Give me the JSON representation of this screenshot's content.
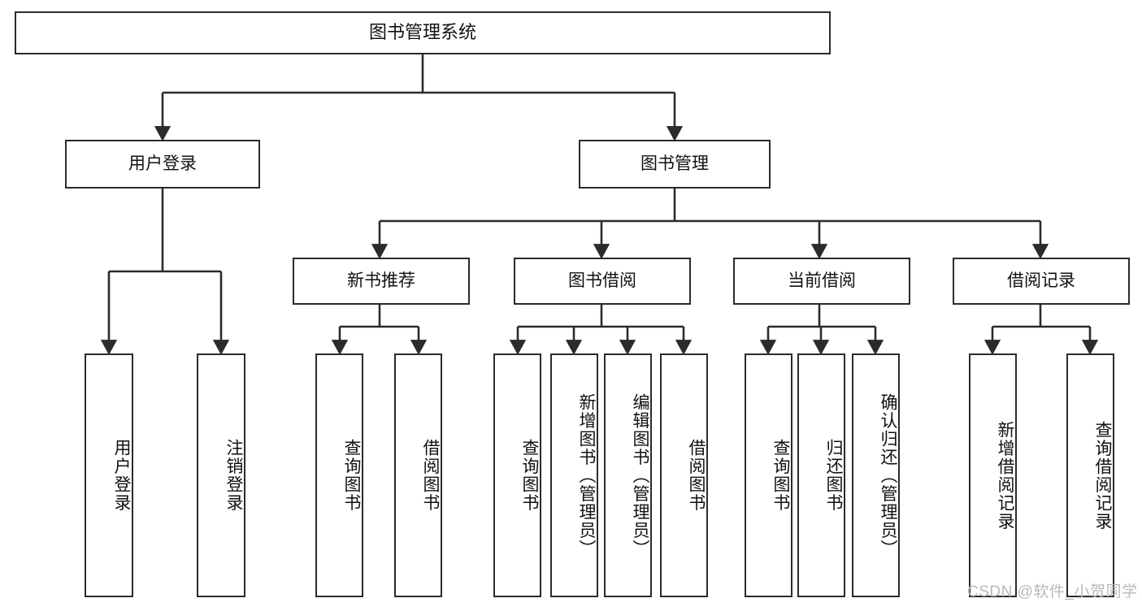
{
  "diagram": {
    "title": "图书管理系统",
    "type": "tree",
    "root": {
      "id": "root",
      "label": "图书管理系统"
    },
    "level2": [
      {
        "id": "user-login",
        "label": "用户登录"
      },
      {
        "id": "book-manage",
        "label": "图书管理"
      }
    ],
    "level3": [
      {
        "id": "new-book-recommend",
        "label": "新书推荐"
      },
      {
        "id": "book-borrow",
        "label": "图书借阅"
      },
      {
        "id": "current-borrow",
        "label": "当前借阅"
      },
      {
        "id": "borrow-record",
        "label": "借阅记录"
      }
    ],
    "leaves": {
      "user_login": [
        {
          "id": "leaf-user-login",
          "label": "用户登录"
        },
        {
          "id": "leaf-logout-login",
          "label": "注销登录"
        }
      ],
      "new_book_recommend": [
        {
          "id": "leaf-query-book-1",
          "label": "查询图书"
        },
        {
          "id": "leaf-borrow-book-1",
          "label": "借阅图书"
        }
      ],
      "book_borrow": [
        {
          "id": "leaf-query-book-2",
          "label": "查询图书"
        },
        {
          "id": "leaf-add-book",
          "label": "新增图书（管理员）"
        },
        {
          "id": "leaf-edit-book",
          "label": "编辑图书（管理员）"
        },
        {
          "id": "leaf-borrow-book-2",
          "label": "借阅图书"
        }
      ],
      "current_borrow": [
        {
          "id": "leaf-query-book-3",
          "label": "查询图书"
        },
        {
          "id": "leaf-return-book",
          "label": "归还图书"
        },
        {
          "id": "leaf-confirm-return",
          "label": "确认归还（管理员）"
        }
      ],
      "borrow_record": [
        {
          "id": "leaf-add-record",
          "label": "新增借阅记录"
        },
        {
          "id": "leaf-query-record",
          "label": "查询借阅记录"
        }
      ]
    }
  },
  "watermark": {
    "text": "CSDN @软件_小贺同学"
  },
  "colors": {
    "stroke": "#2b2b2b",
    "background": "#ffffff",
    "text": "#111111",
    "watermark": "#b9b9b9"
  }
}
